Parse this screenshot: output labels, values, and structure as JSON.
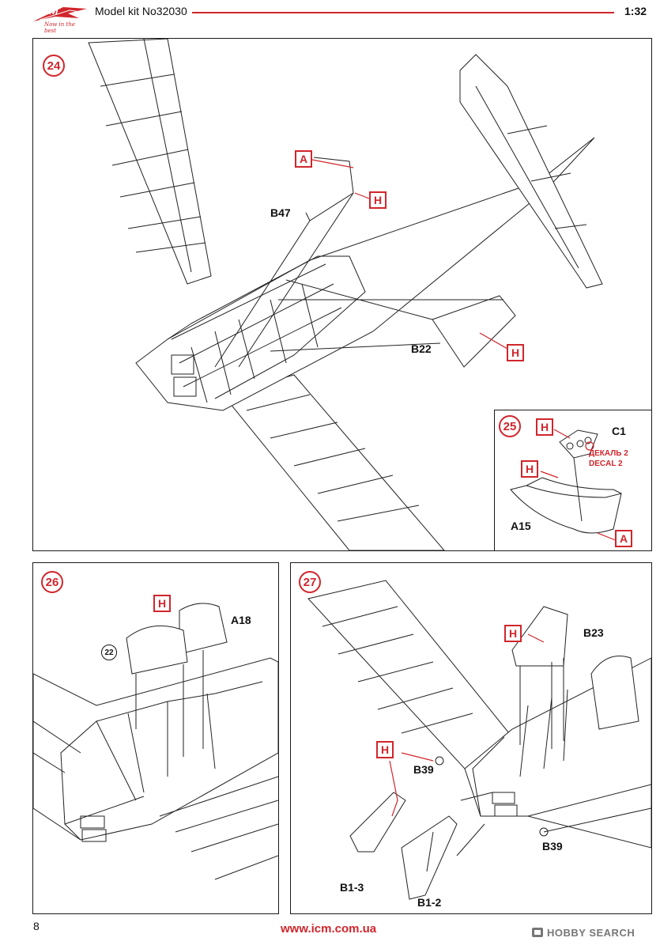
{
  "header": {
    "brand": "ICM",
    "tagline": "Now in the best",
    "model_kit": "Model kit No32030",
    "scale": "1:32",
    "accent": "#d0262c"
  },
  "footer": {
    "page_number": "8",
    "website": "www.icm.com.ua",
    "watermark": "HOBBY SEARCH"
  },
  "steps": {
    "s24": {
      "number": "24",
      "parts": [
        "B47",
        "B22"
      ],
      "tags": [
        "A",
        "H",
        "H"
      ]
    },
    "s25": {
      "number": "25",
      "parts": [
        "C1",
        "A15"
      ],
      "tags": [
        "H",
        "H",
        "A"
      ],
      "decal_ru": "ДЕКАЛЬ 2",
      "decal_en": "DECAL 2"
    },
    "s26": {
      "number": "26",
      "parts": [
        "A18"
      ],
      "tags": [
        "H"
      ],
      "ref_step": "22"
    },
    "s27": {
      "number": "27",
      "parts": [
        "B23",
        "B39",
        "B39",
        "B1-3",
        "B1-2"
      ],
      "tags": [
        "H",
        "H"
      ]
    }
  }
}
